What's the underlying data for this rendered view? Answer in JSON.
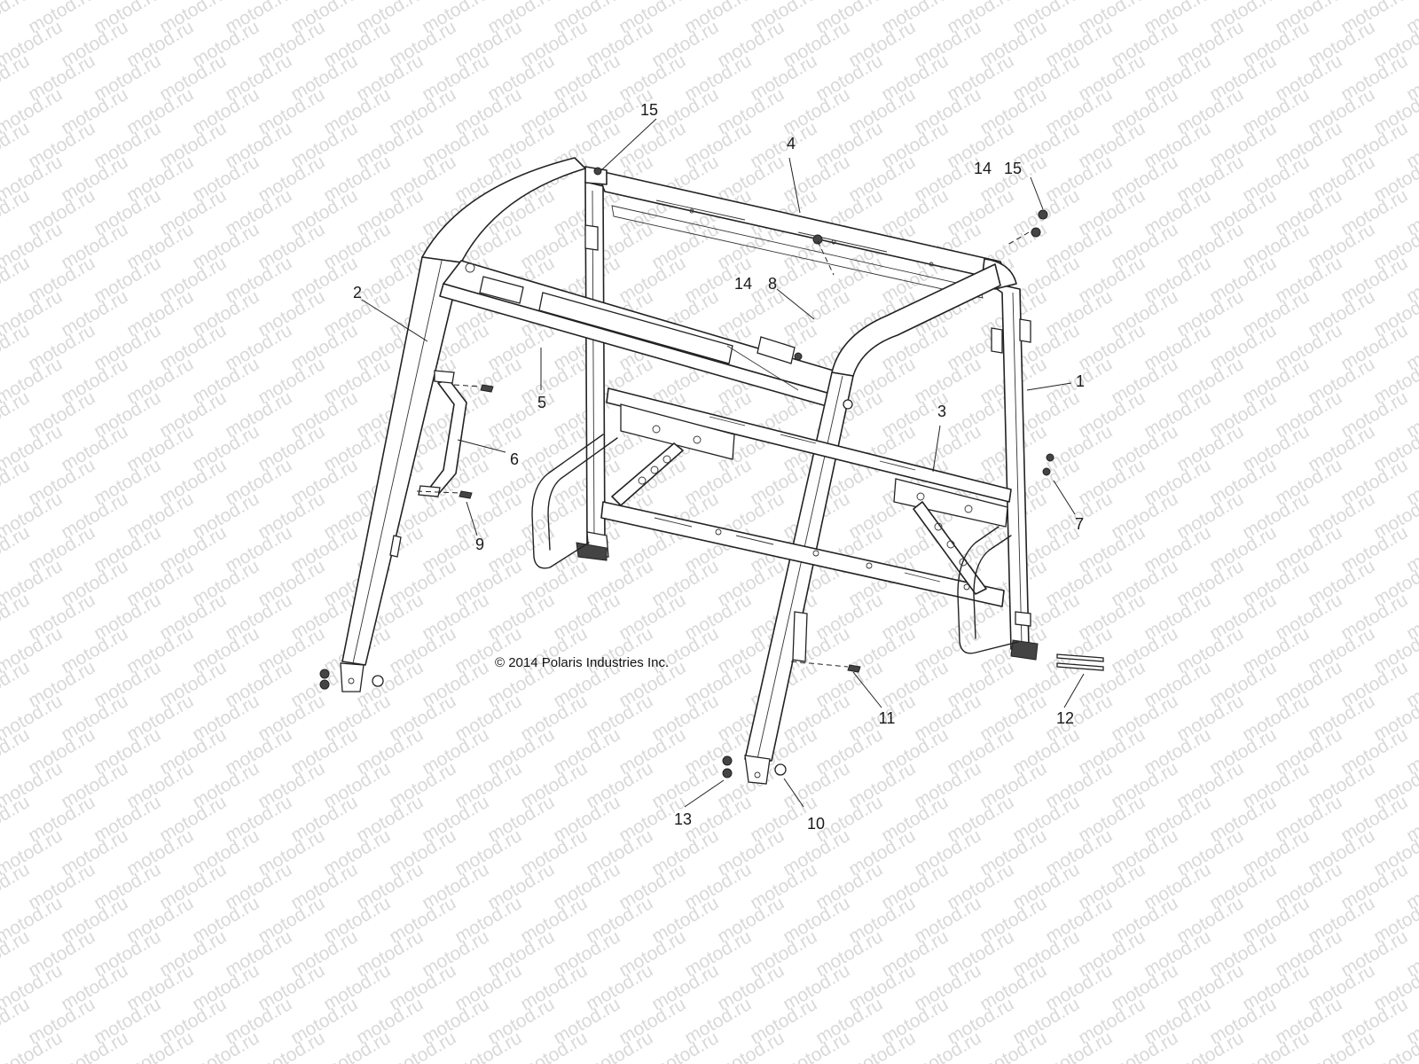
{
  "watermark": "motod.ru",
  "copyright": "© 2014 Polaris Industries Inc.",
  "callouts": {
    "c1": "1",
    "c2": "2",
    "c3": "3",
    "c4": "4",
    "c5": "5",
    "c6": "6",
    "c7": "7",
    "c8": "8",
    "c9": "9",
    "c10": "10",
    "c11": "11",
    "c12": "12",
    "c13": "13",
    "c14a": "14",
    "c14b": "14",
    "c15a": "15",
    "c15b": "15"
  }
}
